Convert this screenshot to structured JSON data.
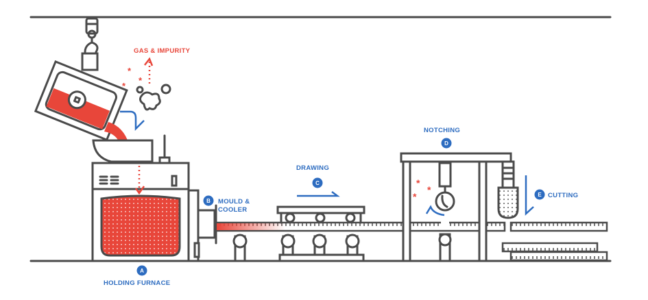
{
  "labels": {
    "gas": "GAS & IMPURITY",
    "mould_line1": "MOULD &",
    "mould_line2": "COOLER",
    "drawing": "DRAWING",
    "notching": "NOTCHING",
    "cutting": "CUTTING",
    "furnace": "HOLDING FURNACE"
  },
  "badges": {
    "a": "A",
    "b": "B",
    "c": "C",
    "d": "D",
    "e": "E"
  },
  "colors": {
    "line": "#4a4a4a",
    "molten": "#e8463a",
    "accent": "#2d6cc0"
  }
}
